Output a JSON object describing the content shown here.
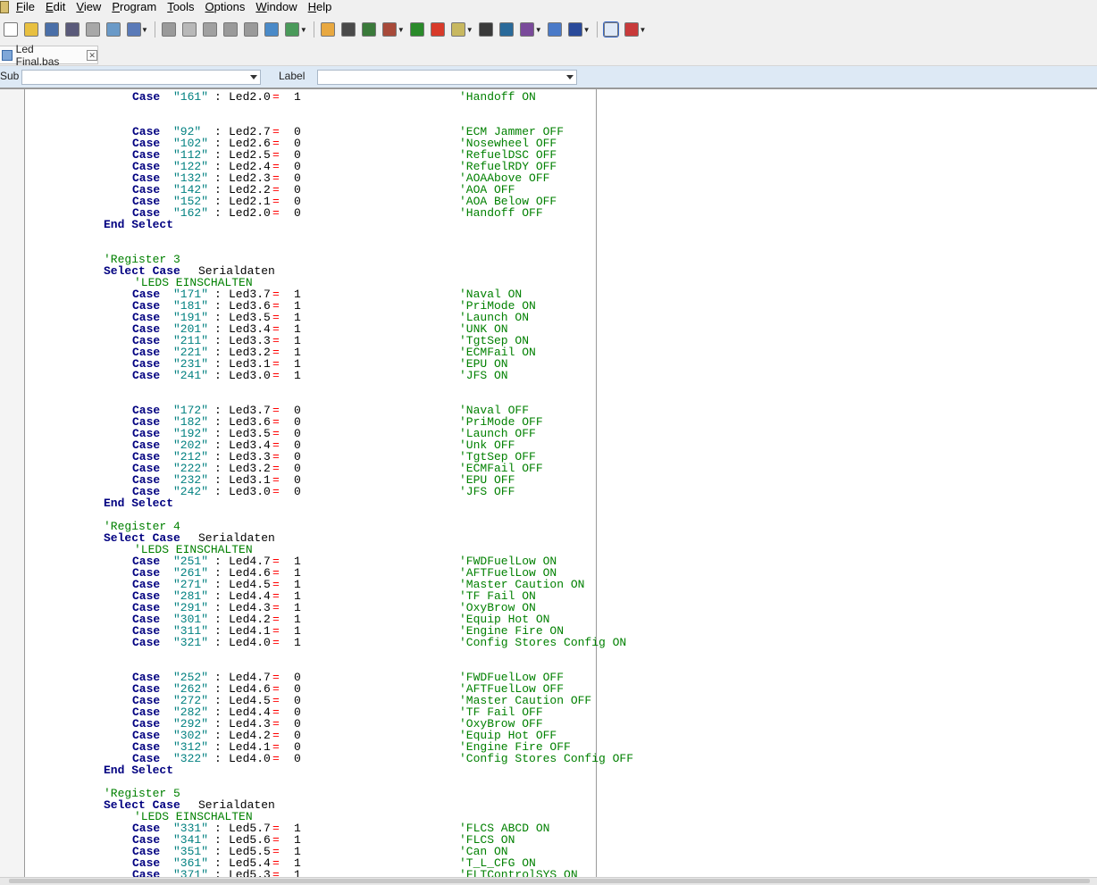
{
  "menubar": {
    "items": [
      "File",
      "Edit",
      "View",
      "Program",
      "Tools",
      "Options",
      "Window",
      "Help"
    ]
  },
  "toolbar": {
    "buttons": [
      {
        "icon": "new-file-icon",
        "color": "#ffffff"
      },
      {
        "icon": "open-folder-icon",
        "color": "#e8c040"
      },
      {
        "icon": "save-icon",
        "color": "#4a6fa8"
      },
      {
        "icon": "save-all-icon",
        "color": "#5a5a7a"
      },
      {
        "icon": "print-icon",
        "color": "#a8a8a8"
      },
      {
        "icon": "print-preview-icon",
        "color": "#6a9ac8"
      },
      {
        "icon": "export-icon",
        "color": "#5a7ab8"
      },
      {
        "icon": "cut-icon",
        "color": "#9a9a9a"
      },
      {
        "icon": "copy-icon",
        "color": "#b8b8b8"
      },
      {
        "icon": "paste-icon",
        "color": "#a0a0a0"
      },
      {
        "icon": "indent-icon",
        "color": "#9a9a9a"
      },
      {
        "icon": "outdent-icon",
        "color": "#9a9a9a"
      },
      {
        "icon": "find-icon",
        "color": "#4a8ac8"
      },
      {
        "icon": "replace-icon",
        "color": "#4a9a5a"
      },
      {
        "icon": "hand-icon",
        "color": "#e8a840"
      },
      {
        "icon": "syntax-check-icon",
        "color": "#4a4a4a"
      },
      {
        "icon": "compile-icon",
        "color": "#3a7a3a"
      },
      {
        "icon": "chip-program-icon",
        "color": "#a84a3a"
      },
      {
        "icon": "program-chip-icon",
        "color": "#2a8a2a"
      },
      {
        "icon": "stop-icon",
        "color": "#d83a2a"
      },
      {
        "icon": "simulator-icon",
        "color": "#c8b860"
      },
      {
        "icon": "terminal-icon",
        "color": "#3a3a3a"
      },
      {
        "icon": "lcd-designer-icon",
        "color": "#2a6a9a"
      },
      {
        "icon": "graphic-converter-icon",
        "color": "#7a4a9a"
      },
      {
        "icon": "info-icon",
        "color": "#4a7ac8"
      },
      {
        "icon": "help-icon",
        "color": "#2a4a9a"
      },
      {
        "icon": "zoom-icon",
        "color": "#ffffff"
      },
      {
        "icon": "pdf-icon",
        "color": "#c83a3a"
      }
    ]
  },
  "tab": {
    "label": "Led Final.bas"
  },
  "subbar": {
    "sub_label": "Sub",
    "label_label": "Label",
    "sub_value": "",
    "label_value": ""
  },
  "code_lines": [
    {
      "indent": 2,
      "case": "161",
      "led": "Led2.0",
      "val": "1",
      "comment": "'Handoff ON"
    },
    {
      "blank": true
    },
    {
      "blank": true
    },
    {
      "indent": 2,
      "case": "92",
      "led": "Led2.7",
      "val": "0",
      "comment": "'ECM Jammer OFF"
    },
    {
      "indent": 2,
      "case": "102",
      "led": "Led2.6",
      "val": "0",
      "comment": "'Nosewheel OFF"
    },
    {
      "indent": 2,
      "case": "112",
      "led": "Led2.5",
      "val": "0",
      "comment": "'RefuelDSC OFF"
    },
    {
      "indent": 2,
      "case": "122",
      "led": "Led2.4",
      "val": "0",
      "comment": "'RefuelRDY OFF"
    },
    {
      "indent": 2,
      "case": "132",
      "led": "Led2.3",
      "val": "0",
      "comment": "'AOAAbove OFF"
    },
    {
      "indent": 2,
      "case": "142",
      "led": "Led2.2",
      "val": "0",
      "comment": "'AOA OFF"
    },
    {
      "indent": 2,
      "case": "152",
      "led": "Led2.1",
      "val": "0",
      "comment": "'AOA Below OFF"
    },
    {
      "indent": 2,
      "case": "162",
      "led": "Led2.0",
      "val": "0",
      "comment": "'Handoff OFF"
    },
    {
      "end": true,
      "text": "End Select"
    },
    {
      "blank": true
    },
    {
      "blank": true
    },
    {
      "comment_only": true,
      "indent": 1,
      "text": "'Register 3"
    },
    {
      "select": true,
      "kw": "Select Case",
      "var": "Serialdaten"
    },
    {
      "comment_only": true,
      "indent": 3,
      "text": "'LEDS EINSCHALTEN"
    },
    {
      "indent": 2,
      "case": "171",
      "led": "Led3.7",
      "val": "1",
      "comment": "'Naval ON"
    },
    {
      "indent": 2,
      "case": "181",
      "led": "Led3.6",
      "val": "1",
      "comment": "'PriMode ON"
    },
    {
      "indent": 2,
      "case": "191",
      "led": "Led3.5",
      "val": "1",
      "comment": "'Launch ON"
    },
    {
      "indent": 2,
      "case": "201",
      "led": "Led3.4",
      "val": "1",
      "comment": "'UNK ON"
    },
    {
      "indent": 2,
      "case": "211",
      "led": "Led3.3",
      "val": "1",
      "comment": "'TgtSep ON"
    },
    {
      "indent": 2,
      "case": "221",
      "led": "Led3.2",
      "val": "1",
      "comment": "'ECMFail ON"
    },
    {
      "indent": 2,
      "case": "231",
      "led": "Led3.1",
      "val": "1",
      "comment": "'EPU ON"
    },
    {
      "indent": 2,
      "case": "241",
      "led": "Led3.0",
      "val": "1",
      "comment": "'JFS ON"
    },
    {
      "blank": true
    },
    {
      "blank": true
    },
    {
      "indent": 2,
      "case": "172",
      "led": "Led3.7",
      "val": "0",
      "comment": "'Naval OFF"
    },
    {
      "indent": 2,
      "case": "182",
      "led": "Led3.6",
      "val": "0",
      "comment": "'PriMode OFF"
    },
    {
      "indent": 2,
      "case": "192",
      "led": "Led3.5",
      "val": "0",
      "comment": "'Launch OFF"
    },
    {
      "indent": 2,
      "case": "202",
      "led": "Led3.4",
      "val": "0",
      "comment": "'Unk OFF"
    },
    {
      "indent": 2,
      "case": "212",
      "led": "Led3.3",
      "val": "0",
      "comment": "'TgtSep OFF"
    },
    {
      "indent": 2,
      "case": "222",
      "led": "Led3.2",
      "val": "0",
      "comment": "'ECMFail OFF"
    },
    {
      "indent": 2,
      "case": "232",
      "led": "Led3.1",
      "val": "0",
      "comment": "'EPU OFF"
    },
    {
      "indent": 2,
      "case": "242",
      "led": "Led3.0",
      "val": "0",
      "comment": "'JFS OFF"
    },
    {
      "end": true,
      "text": "End Select"
    },
    {
      "blank": true
    },
    {
      "comment_only": true,
      "indent": 1,
      "text": "'Register 4"
    },
    {
      "select": true,
      "kw": "Select Case",
      "var": "Serialdaten"
    },
    {
      "comment_only": true,
      "indent": 3,
      "text": "'LEDS EINSCHALTEN"
    },
    {
      "indent": 2,
      "case": "251",
      "led": "Led4.7",
      "val": "1",
      "comment": "'FWDFuelLow ON"
    },
    {
      "indent": 2,
      "case": "261",
      "led": "Led4.6",
      "val": "1",
      "comment": "'AFTFuelLow ON"
    },
    {
      "indent": 2,
      "case": "271",
      "led": "Led4.5",
      "val": "1",
      "comment": "'Master Caution ON"
    },
    {
      "indent": 2,
      "case": "281",
      "led": "Led4.4",
      "val": "1",
      "comment": "'TF Fail ON"
    },
    {
      "indent": 2,
      "case": "291",
      "led": "Led4.3",
      "val": "1",
      "comment": "'OxyBrow ON"
    },
    {
      "indent": 2,
      "case": "301",
      "led": "Led4.2",
      "val": "1",
      "comment": "'Equip Hot ON"
    },
    {
      "indent": 2,
      "case": "311",
      "led": "Led4.1",
      "val": "1",
      "comment": "'Engine Fire ON"
    },
    {
      "indent": 2,
      "case": "321",
      "led": "Led4.0",
      "val": "1",
      "comment": "'Config Stores Config ON"
    },
    {
      "blank": true
    },
    {
      "blank": true
    },
    {
      "indent": 2,
      "case": "252",
      "led": "Led4.7",
      "val": "0",
      "comment": "'FWDFuelLow OFF"
    },
    {
      "indent": 2,
      "case": "262",
      "led": "Led4.6",
      "val": "0",
      "comment": "'AFTFuelLow OFF"
    },
    {
      "indent": 2,
      "case": "272",
      "led": "Led4.5",
      "val": "0",
      "comment": "'Master Caution OFF"
    },
    {
      "indent": 2,
      "case": "282",
      "led": "Led4.4",
      "val": "0",
      "comment": "'TF Fail OFF"
    },
    {
      "indent": 2,
      "case": "292",
      "led": "Led4.3",
      "val": "0",
      "comment": "'OxyBrow OFF"
    },
    {
      "indent": 2,
      "case": "302",
      "led": "Led4.2",
      "val": "0",
      "comment": "'Equip Hot OFF"
    },
    {
      "indent": 2,
      "case": "312",
      "led": "Led4.1",
      "val": "0",
      "comment": "'Engine Fire OFF"
    },
    {
      "indent": 2,
      "case": "322",
      "led": "Led4.0",
      "val": "0",
      "comment": "'Config Stores Config OFF"
    },
    {
      "end": true,
      "text": "End Select"
    },
    {
      "blank": true
    },
    {
      "comment_only": true,
      "indent": 1,
      "text": "'Register 5"
    },
    {
      "select": true,
      "kw": "Select Case",
      "var": "Serialdaten"
    },
    {
      "comment_only": true,
      "indent": 3,
      "text": "'LEDS EINSCHALTEN"
    },
    {
      "indent": 2,
      "case": "331",
      "led": "Led5.7",
      "val": "1",
      "comment": "'FLCS ABCD ON"
    },
    {
      "indent": 2,
      "case": "341",
      "led": "Led5.6",
      "val": "1",
      "comment": "'FLCS ON"
    },
    {
      "indent": 2,
      "case": "351",
      "led": "Led5.5",
      "val": "1",
      "comment": "'Can ON"
    },
    {
      "indent": 2,
      "case": "361",
      "led": "Led5.4",
      "val": "1",
      "comment": "'T_L_CFG ON"
    },
    {
      "indent": 2,
      "case": "371",
      "led": "Led5.3",
      "val": "1",
      "comment": "'FLTControlSYS ON"
    }
  ]
}
